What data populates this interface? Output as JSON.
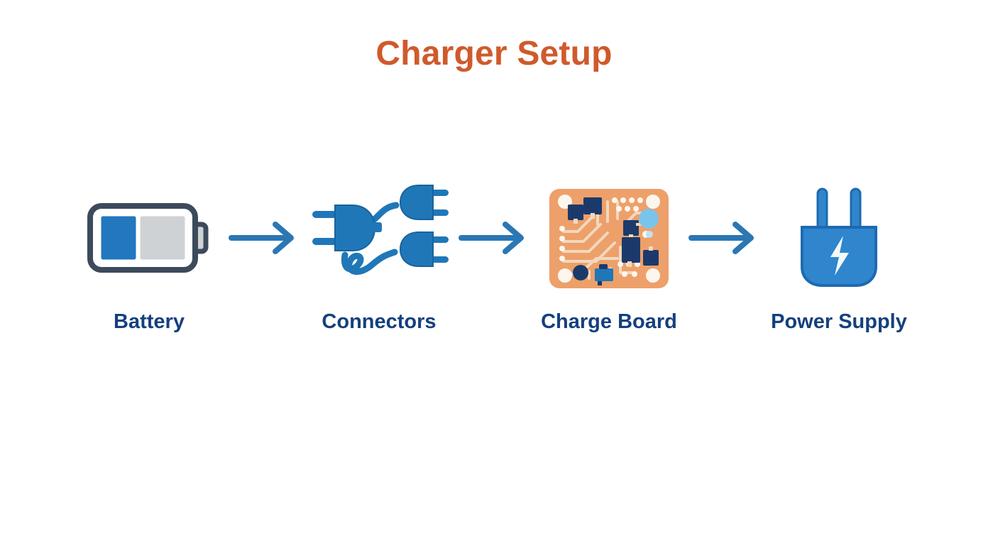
{
  "page": {
    "title": "Charger Setup",
    "background_color": "#ffffff",
    "title_color": "#cf5a2b",
    "label_color": "#14407e",
    "arrow_color": "#2b77b4"
  },
  "flow": {
    "nodes": [
      {
        "label": "Battery",
        "icon": "battery-icon"
      },
      {
        "label": "Connectors",
        "icon": "connectors-icon"
      },
      {
        "label": "Charge Board",
        "icon": "charge-board-icon"
      },
      {
        "label": "Power Supply",
        "icon": "power-supply-icon"
      }
    ],
    "arrows": [
      {
        "name": "arrow-battery-to-connectors"
      },
      {
        "name": "arrow-connectors-to-charge-board"
      },
      {
        "name": "arrow-charge-board-to-power-supply"
      }
    ]
  },
  "icon_colors": {
    "battery_outline": "#3d4a5c",
    "battery_fill_charged": "#2277bf",
    "battery_fill_empty": "#cfd2d5",
    "connector_blue": "#2077b8",
    "connector_outline": "#19639c",
    "board_substrate": "#eda06a",
    "board_trace": "#f2d8bd",
    "board_component": "#1b3a6b",
    "board_capacitor": "#79c4ea",
    "board_hole": "#fdf6ee",
    "supply_body": "#2f86cd",
    "supply_outline": "#1d6ab0",
    "supply_bolt": "#f4f8fb"
  }
}
